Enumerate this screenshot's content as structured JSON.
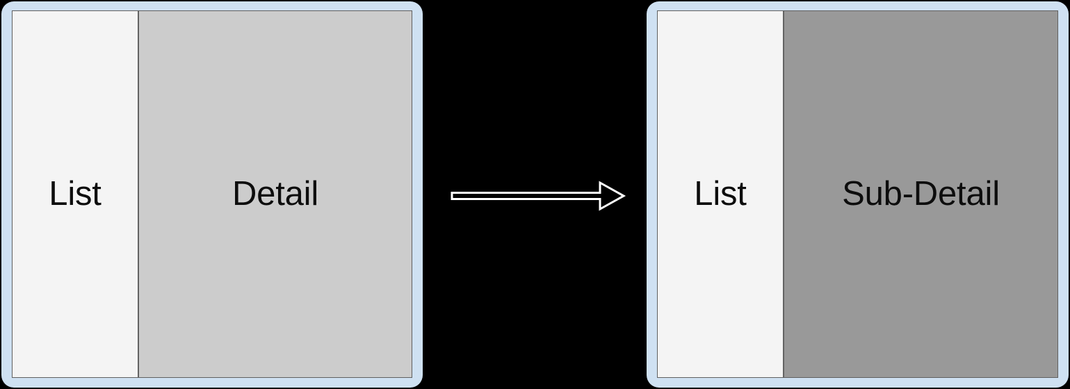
{
  "diagram": {
    "type": "ui-flow",
    "background_color": "#000000",
    "arrow": {
      "name": "transition-arrow",
      "direction": "right",
      "style": "hollow-outline",
      "stroke_color": "#ffffff",
      "fill_color": "#000000"
    },
    "palette": {
      "device_chrome": "#cfe1f2",
      "screen_border": "#5f5f5f",
      "list_pane": "#f4f4f4",
      "detail_pane": "#cccccc",
      "subdetail_pane": "#999999",
      "label_text": "#0d0d0d"
    },
    "screens": [
      {
        "id": "before",
        "name": "list-detail-screen",
        "panes": [
          {
            "id": "list",
            "label": "List"
          },
          {
            "id": "detail",
            "label": "Detail"
          }
        ]
      },
      {
        "id": "after",
        "name": "list-subdetail-screen",
        "panes": [
          {
            "id": "list",
            "label": "List"
          },
          {
            "id": "sub-detail",
            "label": "Sub-Detail"
          }
        ]
      }
    ]
  }
}
